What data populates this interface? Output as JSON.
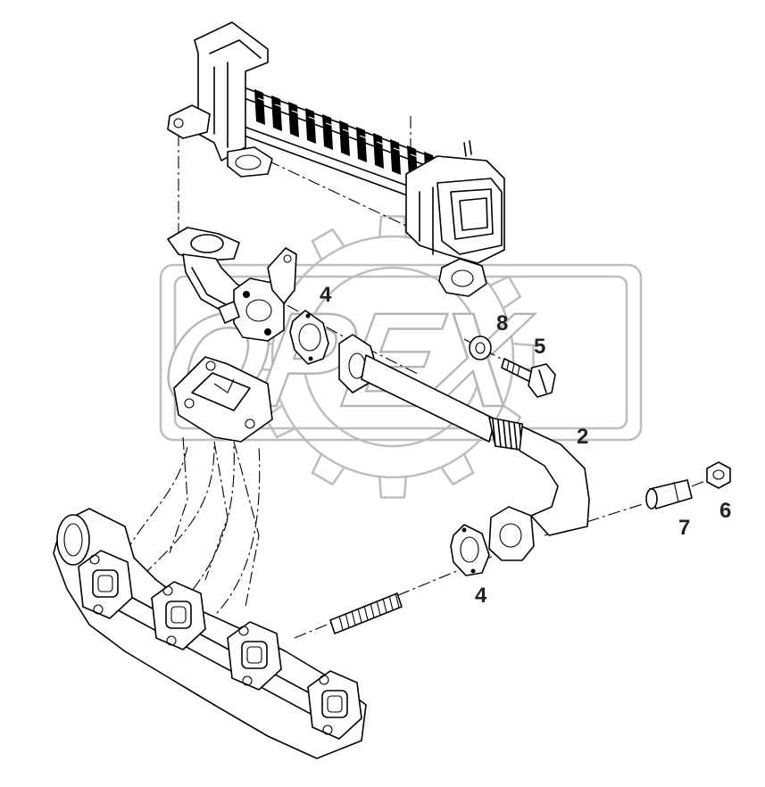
{
  "watermark": {
    "text": "OPEX"
  },
  "callouts": [
    {
      "id": "callout-4-top",
      "label": "4"
    },
    {
      "id": "callout-8",
      "label": "8"
    },
    {
      "id": "callout-5",
      "label": "5"
    },
    {
      "id": "callout-2",
      "label": "2"
    },
    {
      "id": "callout-6",
      "label": "6"
    },
    {
      "id": "callout-7",
      "label": "7"
    },
    {
      "id": "callout-4-bottom",
      "label": "4"
    }
  ]
}
